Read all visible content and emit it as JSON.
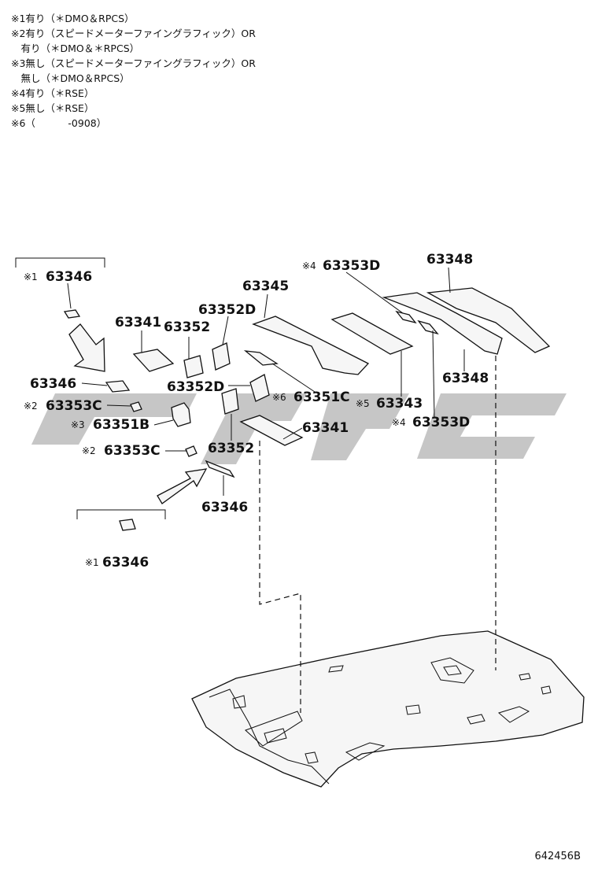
{
  "notes": [
    "※1有り（＊DMO＆RPCS）",
    "※2有り（スピードメーターファイングラフィック）OR",
    "　有り（＊DMO＆＊RPCS）",
    "※3無し（スピードメーターファイングラフィック）OR",
    "　無し（＊DMO＆RPCS）",
    "※4有り（＊RSE）",
    "※5無し（＊RSE）",
    "※6（　　　 -0908）"
  ],
  "callouts": {
    "c1": {
      "mark": "※1",
      "part": "63346"
    },
    "c2": {
      "mark": "",
      "part": "63346"
    },
    "c3": {
      "mark": "※2",
      "part": "63353C"
    },
    "c4": {
      "mark": "※3",
      "part": "63351B"
    },
    "c5": {
      "mark": "※2",
      "part": "63353C"
    },
    "c6": {
      "mark": "",
      "part": "63346"
    },
    "c7": {
      "mark": "※1",
      "part": "63346"
    },
    "c8": {
      "mark": "",
      "part": "63341"
    },
    "c9": {
      "mark": "",
      "part": "63352"
    },
    "c10": {
      "mark": "",
      "part": "63352D"
    },
    "c11": {
      "mark": "",
      "part": "63345"
    },
    "c12": {
      "mark": "",
      "part": "63352D"
    },
    "c13": {
      "mark": "",
      "part": "63352"
    },
    "c14": {
      "mark": "※6",
      "part": "63351C"
    },
    "c15": {
      "mark": "",
      "part": "63341"
    },
    "c16": {
      "mark": "※4",
      "part": "63353D"
    },
    "c17": {
      "mark": "※5",
      "part": "63343"
    },
    "c18": {
      "mark": "",
      "part": "63348"
    },
    "c19": {
      "mark": "",
      "part": "63348"
    },
    "c20": {
      "mark": "※4",
      "part": "63353D"
    }
  },
  "figure_id": "642456B"
}
